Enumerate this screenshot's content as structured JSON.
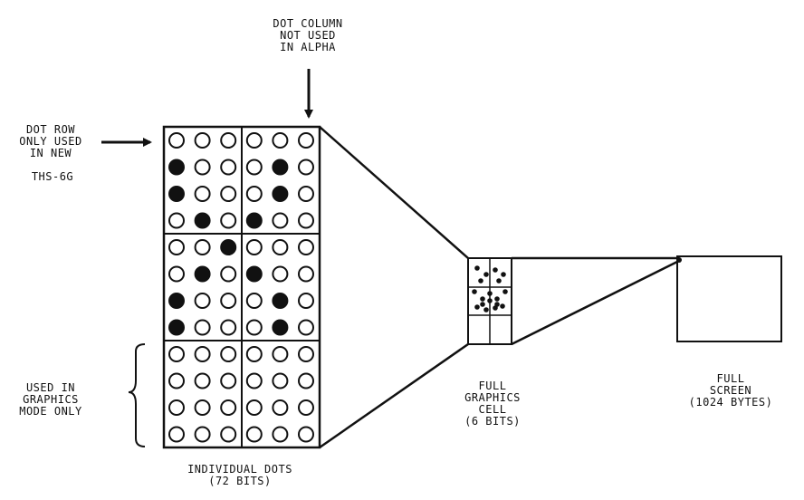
{
  "labels": {
    "dot_column": [
      "DOT COLUMN",
      "NOT USED",
      "IN ALPHA"
    ],
    "dot_row": [
      "DOT ROW",
      "ONLY USED",
      "IN NEW"
    ],
    "model": "THS-6G",
    "graphics_only": [
      "USED  IN",
      "GRAPHICS",
      "MODE ONLY"
    ],
    "individual_dots": [
      "INDIVIDUAL DOTS",
      "(72 BITS)"
    ],
    "graphics_cell": [
      "FULL",
      "GRAPHICS",
      "CELL",
      "(6 BITS)"
    ],
    "full_screen": [
      "FULL",
      "SCREEN",
      "(1024 BYTES)"
    ]
  },
  "dot_matrix": {
    "rows": [
      [
        0,
        0,
        0,
        0,
        0,
        0
      ],
      [
        1,
        0,
        0,
        0,
        1,
        0
      ],
      [
        1,
        0,
        0,
        0,
        1,
        0
      ],
      [
        0,
        1,
        0,
        1,
        0,
        0
      ],
      [
        0,
        0,
        1,
        0,
        0,
        0
      ],
      [
        0,
        1,
        0,
        1,
        0,
        0
      ],
      [
        1,
        0,
        0,
        0,
        1,
        0
      ],
      [
        1,
        0,
        0,
        0,
        1,
        0
      ],
      [
        0,
        0,
        0,
        0,
        0,
        0
      ],
      [
        0,
        0,
        0,
        0,
        0,
        0
      ],
      [
        0,
        0,
        0,
        0,
        0,
        0
      ],
      [
        0,
        0,
        0,
        0,
        0,
        0
      ]
    ]
  },
  "colors": {
    "ink": "#111111",
    "paper": "#ffffff"
  }
}
